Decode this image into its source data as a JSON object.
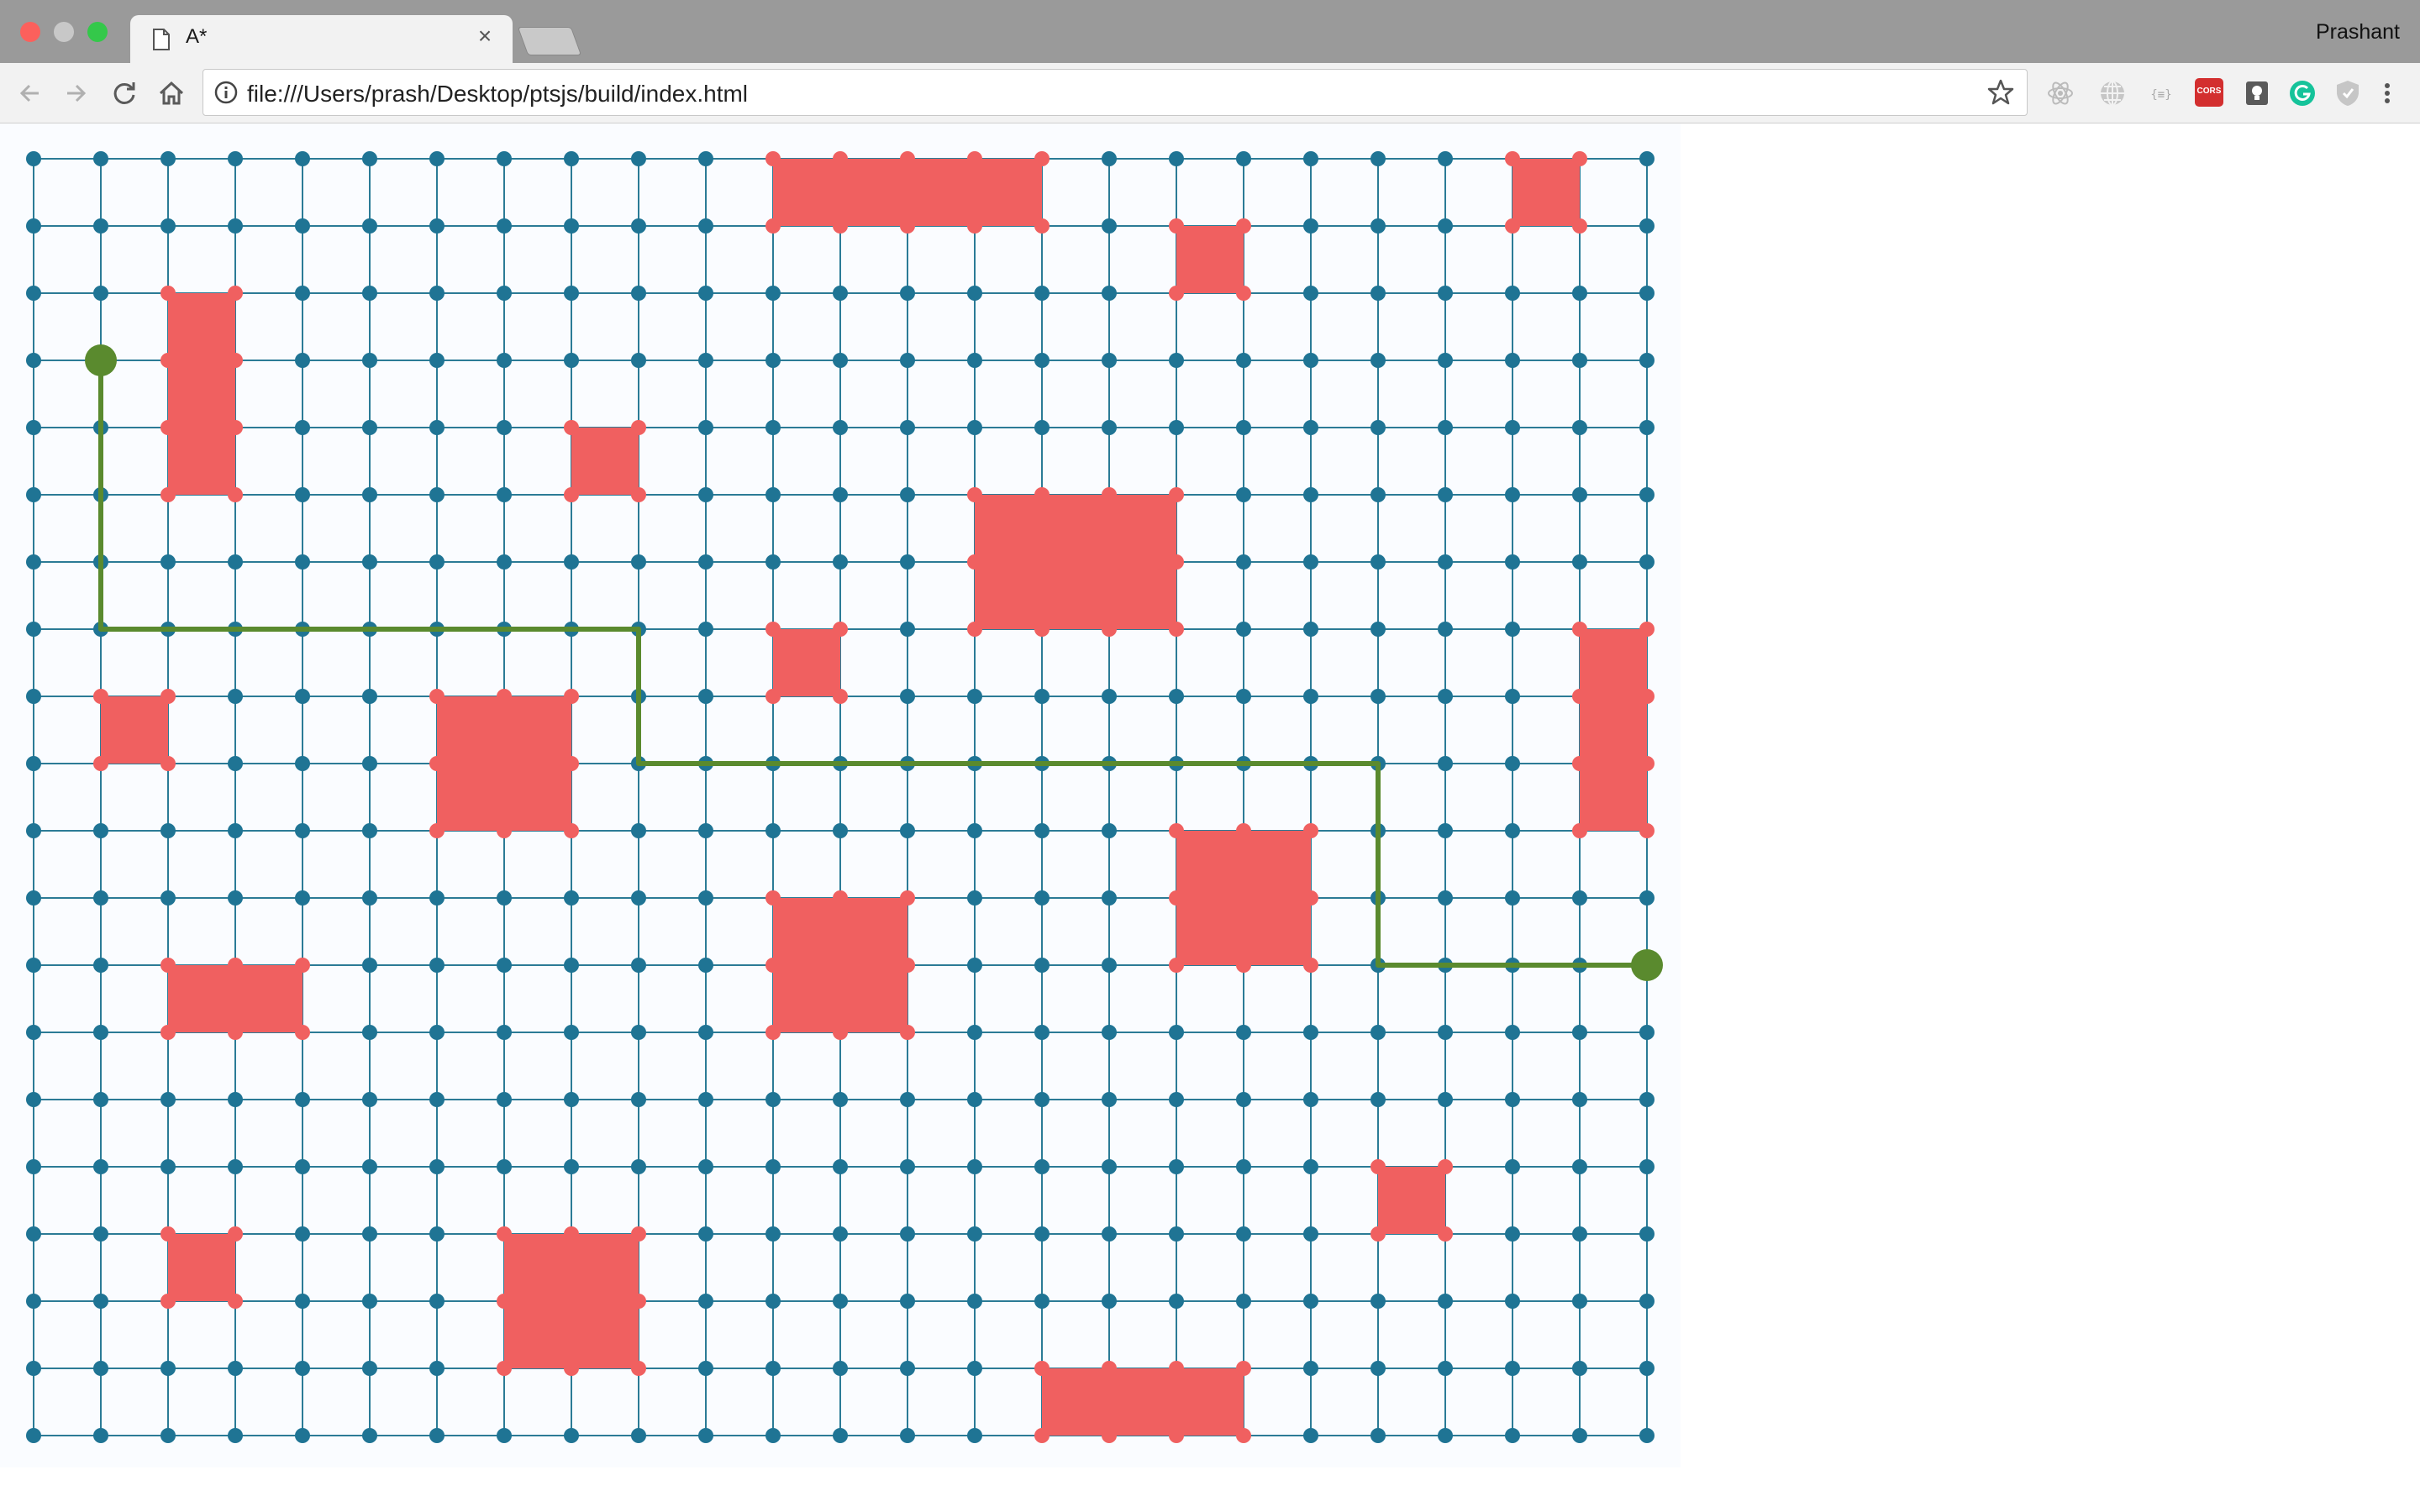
{
  "window": {
    "tab_title": "A*",
    "tab_close": "×",
    "profile_name": "Prashant"
  },
  "toolbar": {
    "url": "file:///Users/prash/Desktop/ptsjs/build/index.html",
    "back_icon": "arrow-left-icon",
    "forward_icon": "arrow-right-icon",
    "reload_icon": "reload-icon",
    "home_icon": "home-icon",
    "bookmark_icon": "star-icon",
    "extensions": [
      "react-devtools-icon",
      "globe-icon",
      "json-viewer-icon",
      "cors-icon",
      "keep-icon",
      "grammarly-icon",
      "shield-icon",
      "menu-icon"
    ],
    "cors_label": "CORS"
  },
  "grid": {
    "columns": 25,
    "rows": 20,
    "node_color": "#1f7494",
    "edge_color": "#2b7b96",
    "obstacle_color": "#f06060",
    "path_color": "#5a8a2e",
    "start": [
      1,
      3
    ],
    "end": [
      24,
      12
    ],
    "obstacles": [
      [
        11,
        0,
        4,
        1
      ],
      [
        17,
        1,
        1,
        1
      ],
      [
        22,
        0,
        1,
        1
      ],
      [
        2,
        2,
        1,
        3
      ],
      [
        8,
        4,
        1,
        1
      ],
      [
        14,
        5,
        3,
        2
      ],
      [
        11,
        7,
        1,
        1
      ],
      [
        1,
        8,
        1,
        1
      ],
      [
        6,
        8,
        2,
        2
      ],
      [
        23,
        7,
        1,
        3
      ],
      [
        17,
        10,
        2,
        2
      ],
      [
        11,
        11,
        2,
        2
      ],
      [
        2,
        12,
        2,
        1
      ],
      [
        20,
        15,
        1,
        1
      ],
      [
        2,
        16,
        1,
        1
      ],
      [
        7,
        16,
        2,
        2
      ],
      [
        15,
        18,
        3,
        1
      ]
    ],
    "path": [
      [
        1,
        3
      ],
      [
        1,
        7
      ],
      [
        9,
        7
      ],
      [
        9,
        9
      ],
      [
        20,
        9
      ],
      [
        20,
        12
      ],
      [
        24,
        12
      ]
    ]
  }
}
